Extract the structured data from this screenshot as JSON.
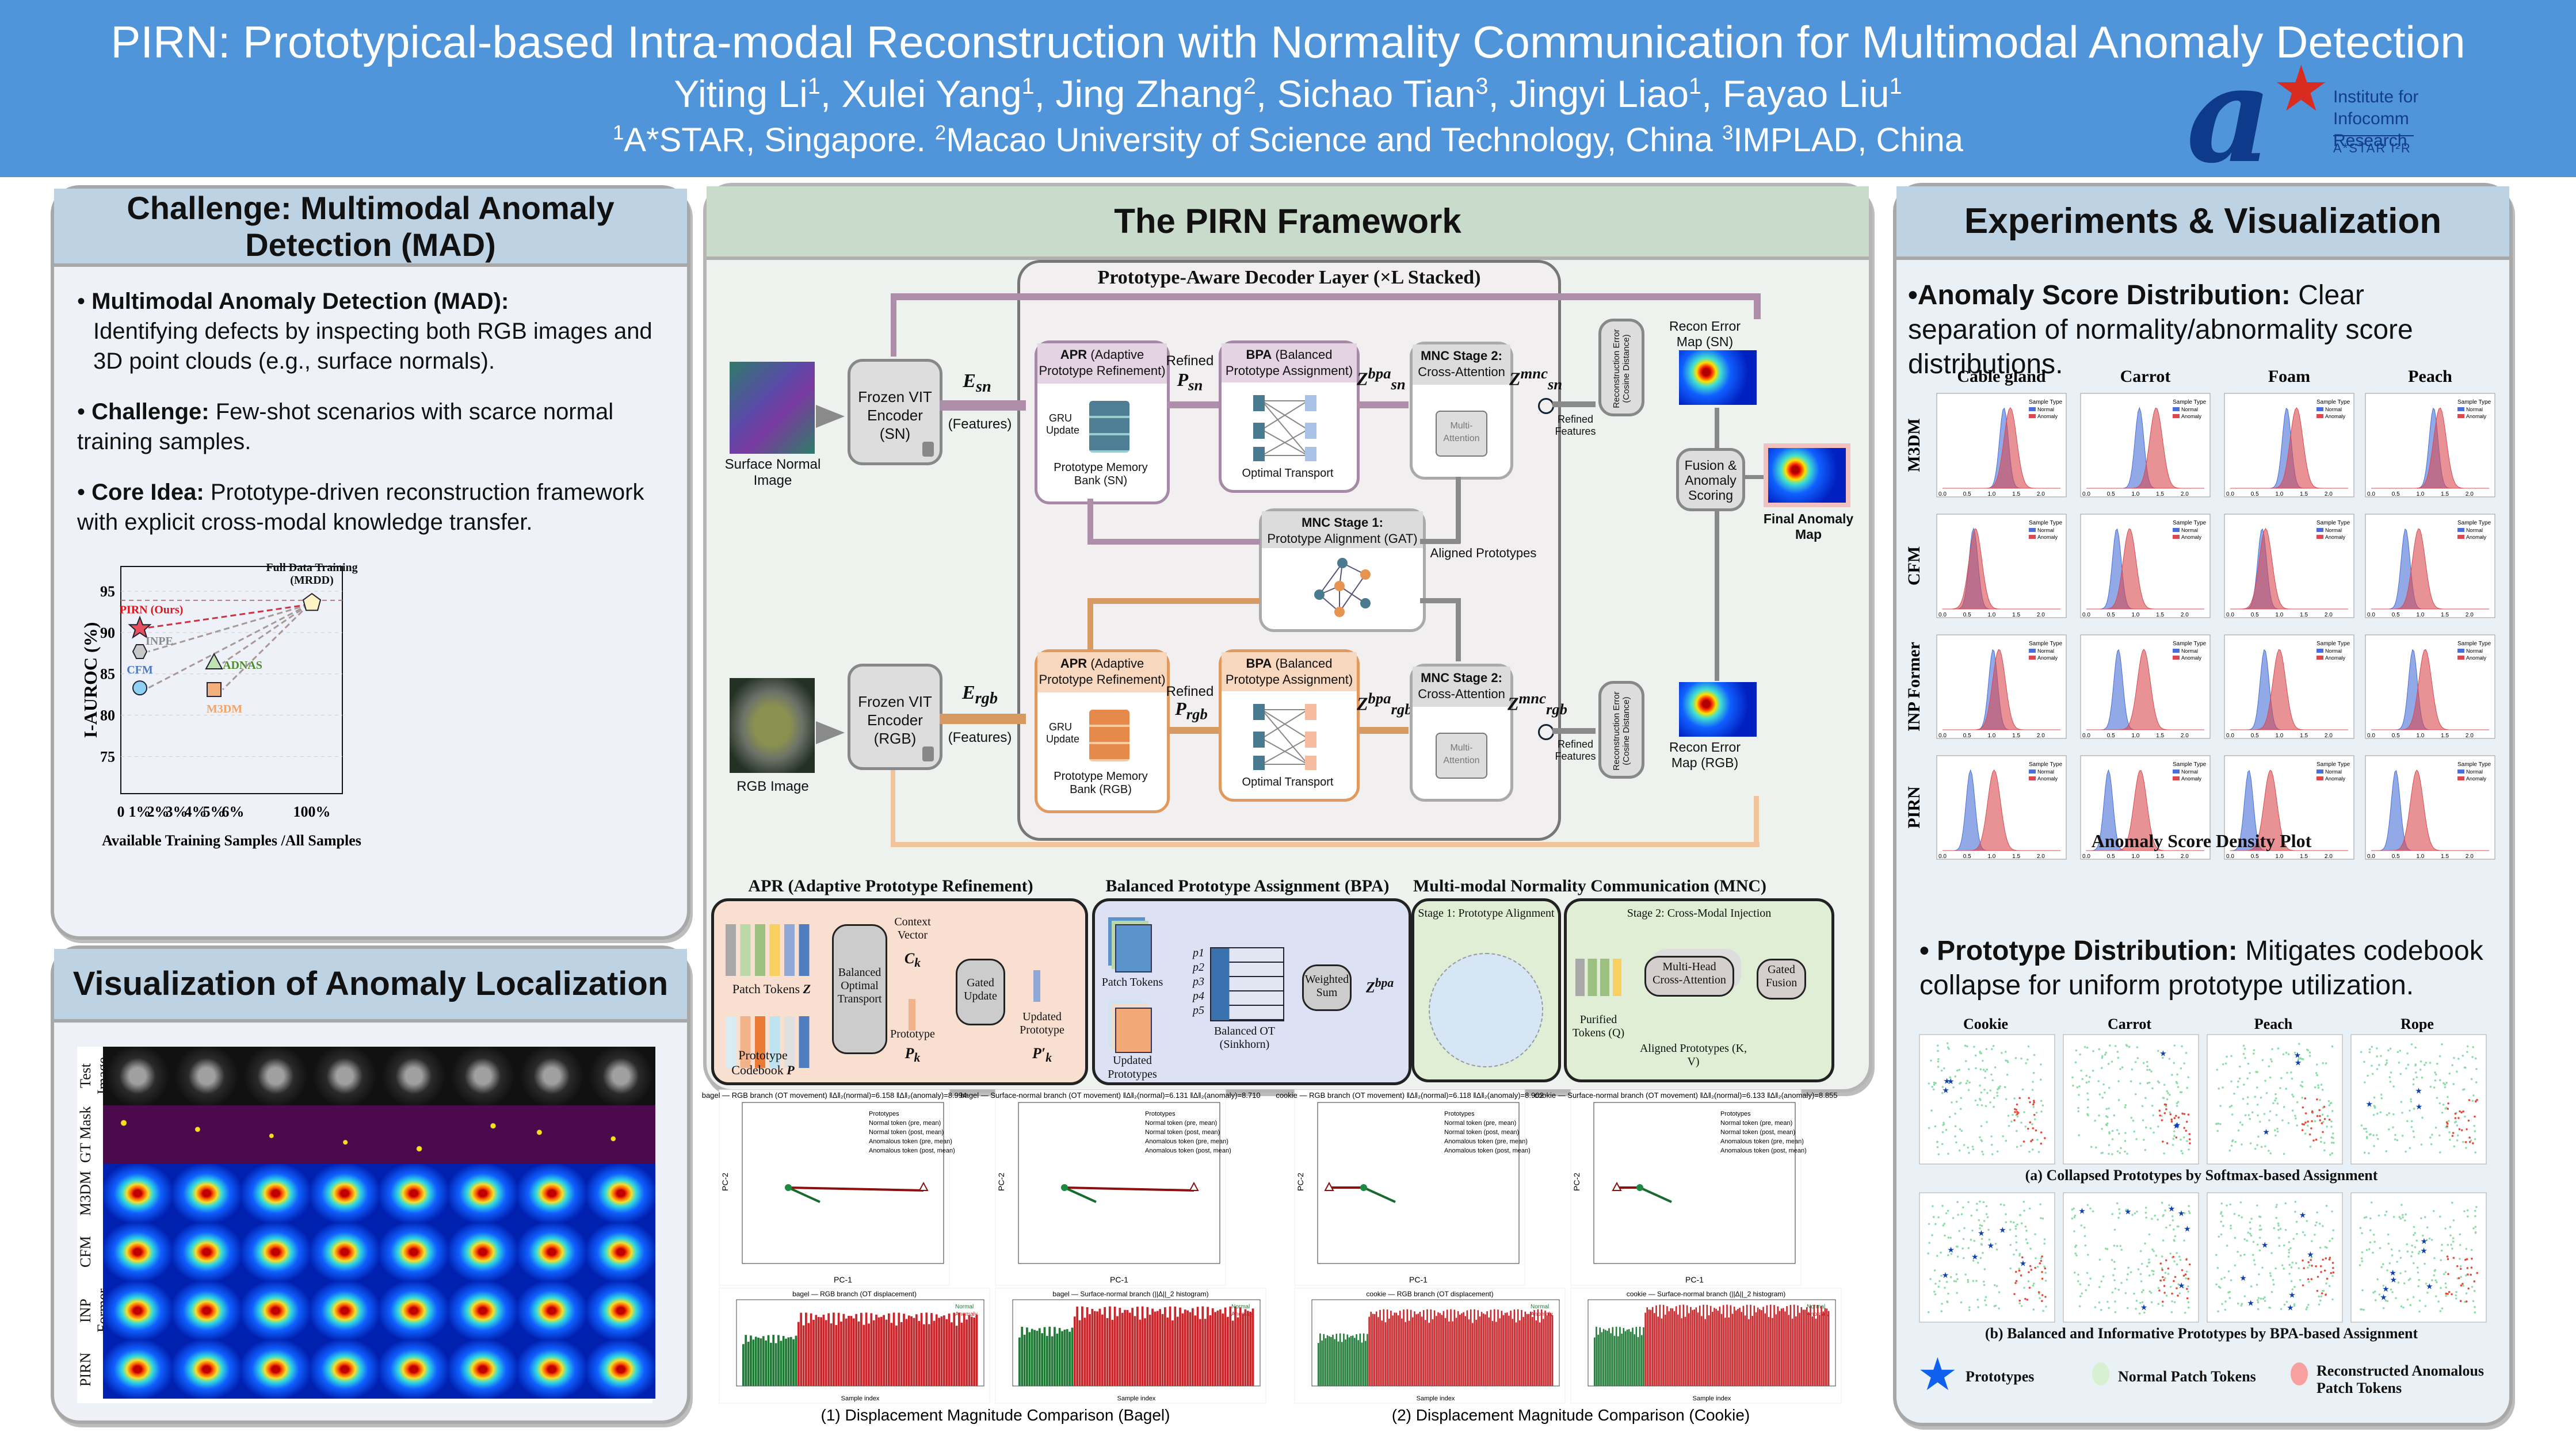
{
  "header": {
    "title": "PIRN: Prototypical-based Intra-modal Reconstruction with Normality Communication for Multimodal Anomaly Detection",
    "authors": [
      {
        "name": "Yiting Li",
        "aff": "1"
      },
      {
        "name": "Xulei Yang",
        "aff": "1"
      },
      {
        "name": "Jing Zhang",
        "aff": "2"
      },
      {
        "name": "Sichao Tian",
        "aff": "3"
      },
      {
        "name": "Jingyi Liao",
        "aff": "1"
      },
      {
        "name": "Fayao Liu",
        "aff": "1"
      }
    ],
    "affiliations": [
      {
        "num": "1",
        "text": "A*STAR, Singapore."
      },
      {
        "num": "2",
        "text": "Macao University of Science and Technology, China"
      },
      {
        "num": "3",
        "text": "IMPLAD, China"
      }
    ],
    "logo": {
      "line1": "Institute for",
      "line2": "Infocomm Research",
      "line3": "A*STAR I²R",
      "letter": "a",
      "star": "★"
    }
  },
  "challenge": {
    "title": "Challenge: Multimodal Anomaly Detection (MAD)",
    "bullets": [
      {
        "bold": "Multimodal Anomaly Detection (MAD):",
        "text": "Identifying defects by inspecting both RGB images and 3D point clouds (e.g., surface normals)."
      },
      {
        "bold": "Challenge:",
        "text": "Few-shot scenarios with scarce normal training samples."
      },
      {
        "bold": "Core Idea:",
        "text": "Prototype-driven reconstruction framework with explicit cross-modal knowledge transfer."
      }
    ]
  },
  "chart_data": {
    "type": "scatter",
    "title": "",
    "xlabel": "Available Training Samples /All Samples",
    "ylabel": "I-AUROC (%)",
    "x_tick_labels": [
      "0",
      "1%",
      "2%",
      "3%",
      "4%",
      "5%",
      "6%",
      "100%"
    ],
    "y_ticks": [
      75,
      80,
      85,
      90,
      95
    ],
    "ylim": [
      70.5,
      98
    ],
    "grid": true,
    "axis_break": "between 6% and 100%",
    "reference_line": {
      "y": 93.9,
      "label": "Full Data Training (MRDD)"
    },
    "points": [
      {
        "name": "PIRN (Ours)",
        "x": "1%",
        "y": 90.6,
        "marker": "star",
        "color": "#e8505b",
        "label_color": "#e0141e"
      },
      {
        "name": "INPE",
        "x": "1%",
        "y": 87.7,
        "marker": "hexagon",
        "color": "#c8c8c8",
        "label_color": "#8a8a8a"
      },
      {
        "name": "CFM",
        "x": "1%",
        "y": 83.3,
        "marker": "circle",
        "color": "#8fd0f5",
        "label_color": "#4a78c8"
      },
      {
        "name": "ADNAS",
        "x": "5%",
        "y": 86.3,
        "marker": "triangle",
        "color": "#bfe3b0",
        "label_color": "#4e8a2e"
      },
      {
        "name": "M3DM",
        "x": "5%",
        "y": 83.1,
        "marker": "square",
        "color": "#f3b07e",
        "label_color": "#f0a36a"
      },
      {
        "name": "Full Data Training (MRDD)",
        "x": "100%",
        "y": 93.6,
        "marker": "pentagon",
        "color": "#fdf3c5",
        "label_color": "#111111"
      }
    ]
  },
  "localization": {
    "title": "Visualization of Anomaly Localization",
    "rows": [
      "Test Image",
      "GT Mask",
      "M3DM",
      "CFM",
      "INP Former",
      "PIRN"
    ],
    "num_samples": 8
  },
  "framework": {
    "title": "The PIRN Framework",
    "decoder_title": "Prototype-Aware Decoder Layer (×L Stacked)",
    "sn": {
      "input_label": "Surface Normal Image",
      "encoder": "Frozen VIT Encoder (SN)",
      "features_sym": "E",
      "features_sub": "sn",
      "features_label": "(Features)",
      "apr_bold": "APR",
      "apr_rest": "(Adaptive Prototype Refinement)",
      "gru": "GRU Update",
      "memory": "Prototype Memory Bank (SN)",
      "refined": "Refined",
      "p_sym": "P",
      "p_sub": "sn",
      "bpa_bold": "BPA",
      "bpa_rest": "(Balanced Prototype Assignment)",
      "ot": "Optimal Transport",
      "z_bpa_sub": "sn",
      "mnc2_bold": "MNC Stage 2:",
      "mnc2_rest": "Cross-Attention",
      "multi": "Multi-Attention",
      "refined_features": "Refined Features",
      "recon": "Reconstruction Error (Cosine Distance)",
      "map": "Recon Error Map (SN)"
    },
    "rgb": {
      "input_label": "RGB Image",
      "encoder": "Frozen VIT Encoder (RGB)",
      "features_sym": "E",
      "features_sub": "rgb",
      "features_label": "(Features)",
      "apr_bold": "APR",
      "apr_rest": "(Adaptive Prototype Refinement)",
      "gru": "GRU Update",
      "memory": "Prototype Memory Bank (RGB)",
      "refined": "Refined",
      "p_sym": "P",
      "p_sub": "rgb",
      "bpa_bold": "BPA",
      "bpa_rest": "(Balanced Prototype Assignment)",
      "ot": "Optimal Transport",
      "z_bpa_sub": "rgb",
      "mnc2_bold": "MNC Stage 2:",
      "mnc2_rest": "Cross-Attention",
      "multi": "Multi-Attention",
      "refined_features": "Refined Features",
      "recon": "Reconstruction Error (Cosine Distance)",
      "map": "Recon Error Map (RGB)"
    },
    "mnc1_bold": "MNC Stage 1:",
    "mnc1_rest": "Prototype Alignment (GAT)",
    "aligned": "Aligned Prototypes",
    "fusion": "Fusion & Anomaly Scoring",
    "final_map": "Final Anomaly Map",
    "z_sym": "Z",
    "bpa_sup": "bpa",
    "mnc_sup": "mnc"
  },
  "modules": {
    "apr": {
      "title": "APR (Adaptive Prototype Refinement)",
      "patch_tokens": "Patch Tokens",
      "z": "Z",
      "codebook": "Prototype Codebook",
      "p": "P",
      "bot": "Balanced Optimal Transport",
      "context": "Context Vector",
      "ck": "C",
      "k": "k",
      "gated": "Gated Update",
      "prototype": "Prototype",
      "pk": "P",
      "updated": "Updated Prototype",
      "pk_prime": "P′"
    },
    "bpa": {
      "title": "Balanced Prototype Assignment (BPA)",
      "patch_tokens": "Patch Tokens",
      "updated": "Updated Prototypes",
      "p_labels": [
        "p1",
        "p2",
        "p3",
        "p4",
        "p5"
      ],
      "ot": "Balanced OT (Sinkhorn)",
      "weighted": "Weighted Sum",
      "zbpa": "Z",
      "zbpa_sup": "bpa"
    },
    "mnc": {
      "title": "Multi-modal Normality Communication (MNC)",
      "stage1": "Stage 1: Prototype Alignment",
      "stage2": "Stage 2: Cross-Modal Injection",
      "purified": "Purified Tokens (Q)",
      "mhca": "Multi-Head Cross-Attention",
      "aligned": "Aligned Prototypes (K, V)",
      "gated": "Gated Fusion"
    }
  },
  "displacement": {
    "bagel": {
      "rgb_title": "bagel — RGB branch (OT movement)  ‖Δ‖₂(normal)=6.158  ‖Δ‖₂(anomaly)=8.994",
      "sn_title": "bagel — Surface-normal branch (OT movement)  ‖Δ‖₂(normal)=6.131  ‖Δ‖₂(anomaly)=8.710",
      "rgb_bar_title": "bagel — RGB branch (OT displacement)",
      "sn_bar_title": "bagel — Surface-normal branch (||Δ||_2 histogram)",
      "caption": "(1) Displacement Magnitude Comparison (Bagel)",
      "normal_count": 22,
      "total": 94
    },
    "cookie": {
      "rgb_title": "cookie — RGB branch (OT movement)  ‖Δ‖₂(normal)=6.118  ‖Δ‖₂(anomaly)=8.902",
      "sn_title": "cookie — Surface-normal branch (OT movement)  ‖Δ‖₂(normal)=6.133  ‖Δ‖₂(anomaly)=8.855",
      "rgb_bar_title": "cookie — RGB branch (OT displacement)",
      "sn_bar_title": "cookie — Surface-normal branch (||Δ||_2 histogram)",
      "caption": "(2) Displacement Magnitude Comparison (Cookie)",
      "normal_count": 28,
      "total": 130
    },
    "legend": [
      "Prototypes",
      "Normal token (pre, mean)",
      "Normal token (post, mean)",
      "Anomalous token (pre, mean)",
      "Anomalous token (post, mean)"
    ],
    "xlabel": "PC-1",
    "ylabel": "PC-2",
    "bar_xlabel": "Sample index",
    "bar_legend": [
      "Normal",
      "Anomaly"
    ]
  },
  "experiments": {
    "title": "Experiments & Visualization",
    "score_bold": "•Anomaly Score Distribution:",
    "score_text": " Clear separation of normality/abnormality score  distributions.",
    "columns": [
      "Cable gland",
      "Carrot",
      "Foam",
      "Peach"
    ],
    "rows": [
      "M3DM",
      "CFM",
      "INP Former",
      "PIRN"
    ],
    "density_caption": "Anomaly Score Density Plot",
    "legend_title": "Sample Type",
    "legend_items": [
      "Normal",
      "Anomaly"
    ],
    "density_peaks": {
      "M3DM": [
        [
          1.25,
          1.38
        ],
        [
          1.08,
          1.42
        ],
        [
          1.15,
          1.35
        ],
        [
          1.27,
          1.4
        ]
      ],
      "CFM": [
        [
          0.63,
          0.67
        ],
        [
          0.62,
          0.88
        ],
        [
          0.65,
          0.72
        ],
        [
          0.7,
          0.97
        ]
      ],
      "INP Former": [
        [
          1.03,
          1.15
        ],
        [
          0.65,
          1.17
        ],
        [
          0.7,
          1.0
        ],
        [
          0.85,
          1.1
        ]
      ],
      "PIRN": [
        [
          0.57,
          1.05
        ],
        [
          0.45,
          1.1
        ],
        [
          0.38,
          0.82
        ],
        [
          0.5,
          0.93
        ]
      ]
    },
    "proto_bold": "• Prototype Distribution:",
    "proto_text": " Mitigates codebook collapse for uniform prototype utilization.",
    "proto_columns": [
      "Cookie",
      "Carrot",
      "Peach",
      "Rope"
    ],
    "caption_a": "(a) Collapsed  Prototypes by Softmax-based Assignment",
    "caption_b": "(b) Balanced and Informative Prototypes by BPA-based Assignment",
    "legend": [
      "Prototypes",
      "Normal Patch Tokens",
      "Reconstructed Anomalous Patch Tokens"
    ]
  }
}
